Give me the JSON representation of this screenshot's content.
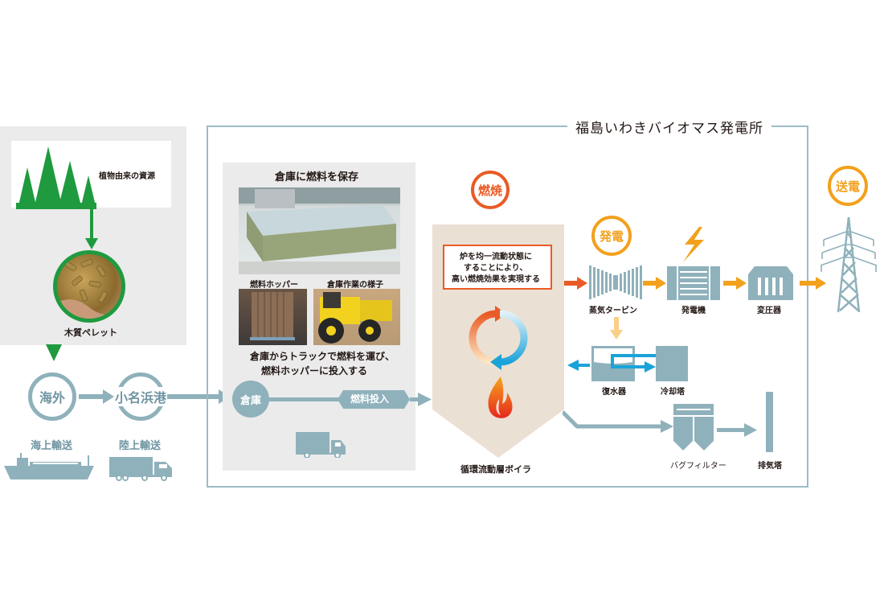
{
  "plant_title": "福島いわきバイオマス発電所",
  "source": {
    "resource_label": "植物由来の資源",
    "pellet_label": "木質ペレット"
  },
  "transport": {
    "overseas": "海外",
    "port": "小名浜港",
    "sea_transport": "海上輸送",
    "land_transport": "陸上輸送"
  },
  "storage": {
    "title": "倉庫に燃料を保存",
    "hopper_label": "燃料ホッパー",
    "work_label": "倉庫作業の様子",
    "description_line1": "倉庫からトラックで燃料を運び、",
    "description_line2": "燃料ホッパーに投入する",
    "warehouse_node": "倉庫",
    "fuel_input_tag": "燃料投入"
  },
  "combustion": {
    "badge": "燃焼",
    "note_line1": "炉を均一流動状態に",
    "note_line2": "することにより、",
    "note_line3": "高い燃焼効果を実現する",
    "boiler_label": "循環流動層ボイラ"
  },
  "generation": {
    "badge": "発電",
    "turbine": "蒸気タービン",
    "generator": "発電機",
    "transformer": "変圧器",
    "condenser": "復水器",
    "cooling_tower": "冷却塔",
    "bag_filter": "バグフィルター",
    "stack": "排気塔"
  },
  "transmission": {
    "badge": "送電"
  },
  "colors": {
    "green": "#0f9a3c",
    "steel": "#8fb1bb",
    "orange": "#f2a11d",
    "red": "#e95b26",
    "blue": "#1aa3d9",
    "boiler_bg": "#ebe0d4"
  }
}
